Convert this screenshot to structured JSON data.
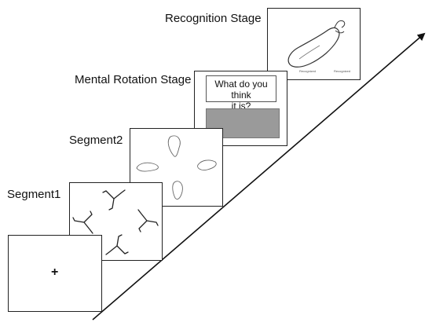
{
  "stages": {
    "fixation": {
      "cross": "+"
    },
    "segment1": {
      "label": "Segment1"
    },
    "segment2": {
      "label": "Segment2"
    },
    "mental_rotation": {
      "label": "Mental Rotation Stage",
      "question_line1": "What do you think",
      "question_line2": "it is?"
    },
    "recognition": {
      "label": "Recognition Stage",
      "option_left": "Recognized",
      "option_right": "Recognized"
    }
  },
  "colors": {
    "line": "#222222",
    "response_box": "#9a9a9a"
  },
  "icons": [
    "fixation-cross",
    "rotated-shape-fragment",
    "eggplant-icon",
    "timeline-arrow"
  ]
}
